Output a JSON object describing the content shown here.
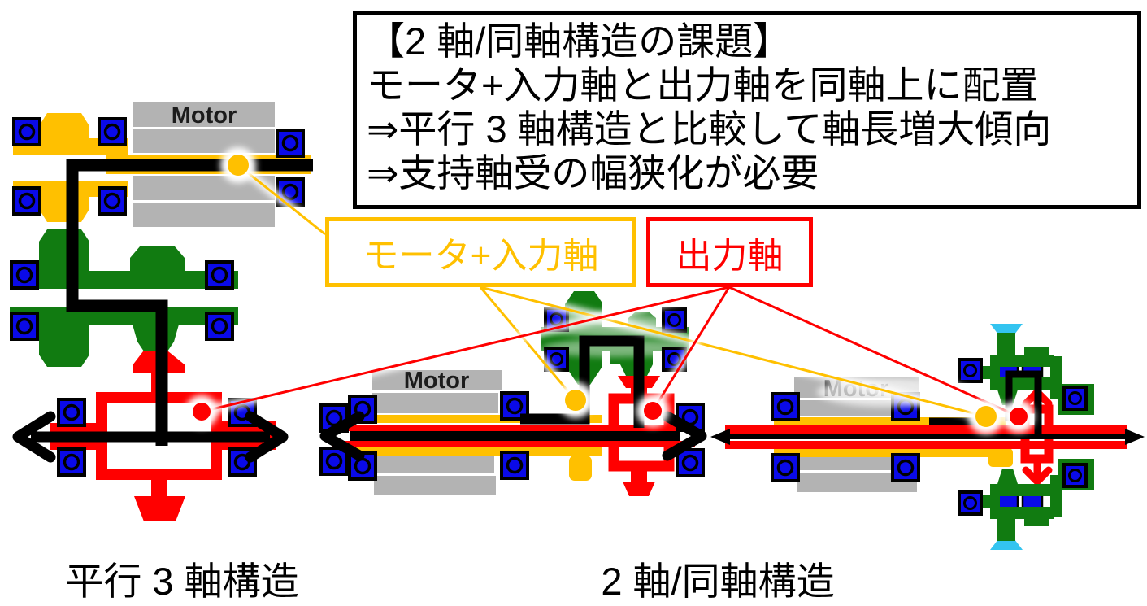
{
  "colors": {
    "input": "#FFC000",
    "output": "#FF0000",
    "gear": "#117B11",
    "bearing": "#0A0AE8",
    "motor": "#B3B3B3",
    "cyan": "#33C4F0",
    "ink": "#000000"
  },
  "challenge_box": {
    "title": "【2 軸/同軸構造の課題】",
    "lines": [
      "モータ+入力軸と出力軸を同軸上に配置",
      "⇒平行 3 軸構造と比較して軸長増大傾向",
      "⇒支持軸受の幅狭化が必要"
    ]
  },
  "callouts": {
    "input_shaft": "モータ+入力軸",
    "output_shaft": "出力軸"
  },
  "motor_label": "Motor",
  "captions": {
    "left": "平行 3 軸構造",
    "right": "2 軸/同軸構造"
  }
}
